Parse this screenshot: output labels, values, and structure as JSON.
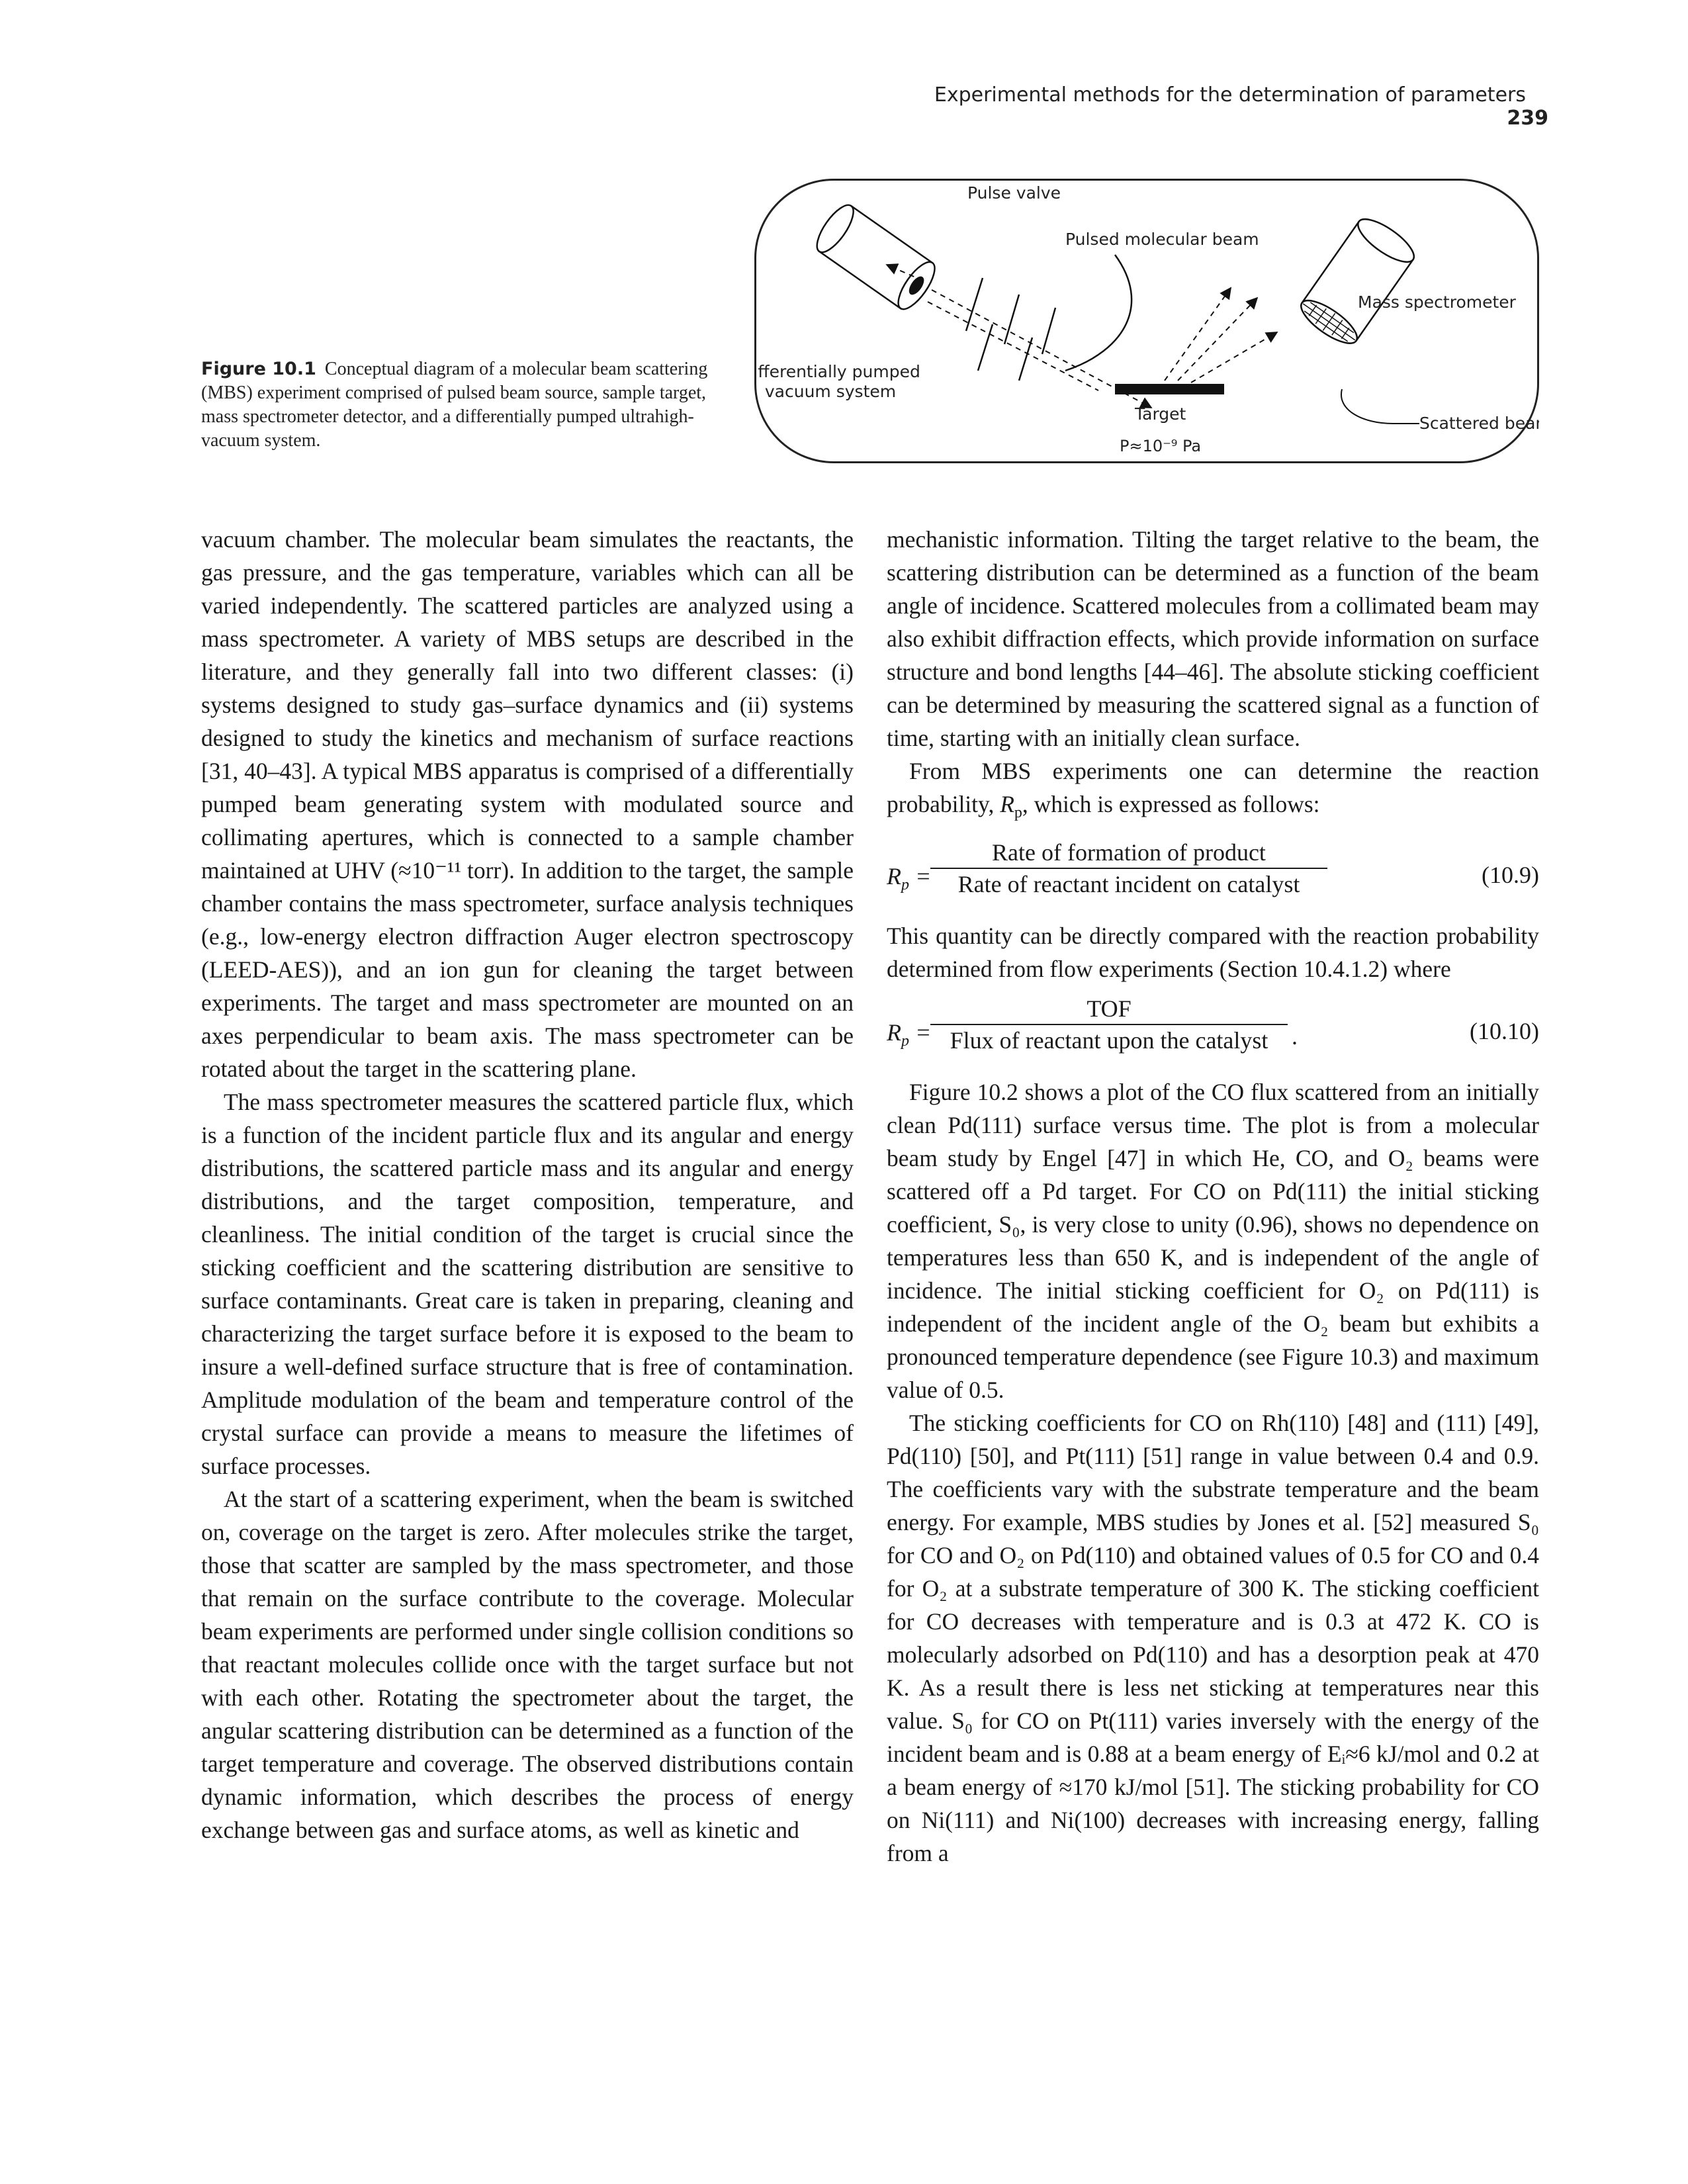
{
  "header": {
    "running_title": "Experimental methods for the determination of parameters",
    "page_number": "239"
  },
  "figure": {
    "label": "Figure 10.1",
    "caption": "Conceptual diagram of a molecular beam scattering (MBS) experiment comprised of pulsed beam source, sample target, mass spectrometer detector, and a differentially pumped ultrahigh-vacuum system.",
    "labels": {
      "pulse_valve": "Pulse valve",
      "pulsed_beam": "Pulsed molecular beam",
      "mass_spectrometer": "Mass spectrometer",
      "diff_pumped_line1": "Differentially pumped",
      "diff_pumped_line2": "vacuum system",
      "target": "Target",
      "pressure": "P≈10⁻⁹ Pa",
      "scattered_beam": "Scattered beam"
    }
  },
  "left_column": {
    "p1": "vacuum chamber. The molecular beam simulates the reactants, the gas pressure, and the gas temperature, variables which can all be varied independently. The scattered particles are analyzed using a mass spectrometer. A variety of MBS setups are described in the literature, and they generally fall into two different classes: (i) systems designed to study gas–surface dynamics and (ii) systems designed to study the kinetics and mechanism of surface reactions [31, 40–43]. A typical MBS apparatus is comprised of a differentially pumped beam generating system with modulated source and collimating apertures, which is connected to a sample chamber maintained at UHV (≈10⁻¹¹ torr). In addition to the target, the sample chamber contains the mass spectrometer, surface analysis techniques (e.g., low-energy electron diffraction Auger electron spectroscopy (LEED-AES)), and an ion gun for cleaning the target between experiments. The target and mass spectrometer are mounted on an axes perpendicular to beam axis. The mass spectrometer can be rotated about the target in the scattering plane.",
    "p2": "The mass spectrometer measures the scattered particle flux, which is a function of the incident particle flux and its angular and energy distributions, the scattered particle mass and its angular and energy distributions, and the target composition, temperature, and cleanliness. The initial condition of the target is crucial since the sticking coefficient and the scattering distribution are sensitive to surface contaminants. Great care is taken in preparing, cleaning and characterizing the target surface before it is exposed to the beam to insure a well-defined surface structure that is free of contamination. Amplitude modulation of the beam and temperature control of the crystal surface can provide a means to measure the lifetimes of surface processes.",
    "p3": "At the start of a scattering experiment, when the beam is switched on, coverage on the target is zero. After molecules strike the target, those that scatter are sampled by the mass spectrometer, and those that remain on the surface contribute to the coverage. Molecular beam experiments are performed under single collision conditions so that reactant molecules collide once with the target surface but not with each other. Rotating the spectrometer about the target, the angular scattering distribution can be determined as a function of the target temperature and coverage. The observed distributions contain dynamic information, which describes the process of energy exchange between gas and surface atoms, as well as kinetic and"
  },
  "right_column": {
    "p1": "mechanistic information. Tilting the target relative to the beam, the scattering distribution can be determined as a function of the beam angle of incidence. Scattered molecules from a collimated beam may also exhibit diffraction effects, which provide information on surface structure and bond lengths [44–46]. The absolute sticking coefficient can be determined by measuring the scattered signal as a function of time, starting with an initially clean surface.",
    "p2_pre": "From MBS experiments one can determine the reaction probability, ",
    "p2_var": "R",
    "p2_sub": "p",
    "p2_post": ", which is expressed as follows:",
    "eq1": {
      "lhs": "R",
      "lhs_sub": "p",
      "numerator": "Rate of formation of product",
      "denominator": "Rate of reactant incident on catalyst",
      "number": "(10.9)"
    },
    "p3": "This quantity can be directly compared with the reaction probability determined from flow experiments (Section 10.4.1.2) where",
    "eq2": {
      "lhs": "R",
      "lhs_sub": "p",
      "numerator": "TOF",
      "denominator": "Flux of reactant upon the catalyst",
      "number": "(10.10)"
    },
    "p4": "Figure 10.2 shows a plot of the CO flux scattered from an initially clean Pd(111) surface versus time. The plot is from a molecular beam study by Engel [47] in which He, CO, and O₂ beams were scattered off a Pd target. For CO on Pd(111) the initial sticking coefficient, S₀, is very close to unity (0.96), shows no dependence on temperatures less than 650 K, and is independent of the angle of incidence. The initial sticking coefficient for O₂ on Pd(111) is independent of the incident angle of the O₂ beam but exhibits a pronounced temperature dependence (see Figure 10.3) and maximum value of 0.5.",
    "p5": "The sticking coefficients for CO on Rh(110) [48] and (111) [49], Pd(110) [50], and Pt(111) [51] range in value between 0.4 and 0.9. The coefficients vary with the substrate temperature and the beam energy. For example, MBS studies by Jones et al. [52] measured S₀ for CO and O₂ on Pd(110) and obtained values of 0.5 for CO and 0.4 for O₂ at a substrate temperature of 300 K. The sticking coefficient for CO decreases with temperature and is 0.3 at 472 K. CO is molecularly adsorbed on Pd(110) and has a desorption peak at 470 K. As a result there is less net sticking at temperatures near this value. S₀ for CO on Pt(111) varies inversely with the energy of the incident beam and is 0.88 at a beam energy of Eᵢ≈6 kJ/mol and 0.2 at a beam energy of ≈170 kJ/mol [51]. The sticking probability for CO on Ni(111) and Ni(100) decreases with increasing energy, falling from a"
  }
}
